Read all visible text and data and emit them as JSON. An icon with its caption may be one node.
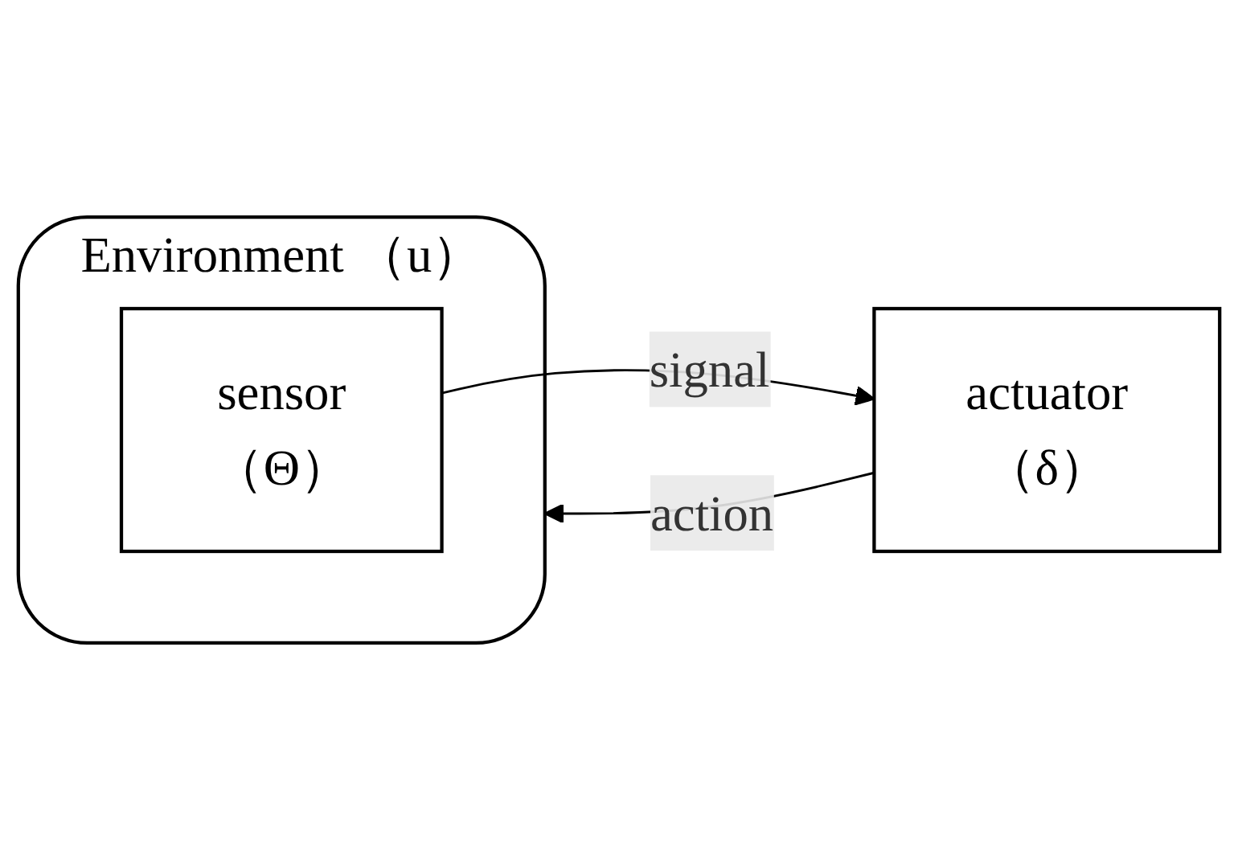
{
  "diagram": {
    "nodes": [
      {
        "text": [
          "Environment",
          "（u）"
        ]
      },
      {
        "text": [
          "sensor",
          "（Θ）"
        ],
        "in": 0
      },
      {
        "text": [
          "actuator",
          "（δ）"
        ]
      }
    ],
    "edges": [
      {
        "from": 2,
        "to": 0,
        "arrow": "to",
        "label": "action"
      },
      {
        "from": 1,
        "to": 2,
        "arrow": "to",
        "label": "signal"
      }
    ]
  }
}
